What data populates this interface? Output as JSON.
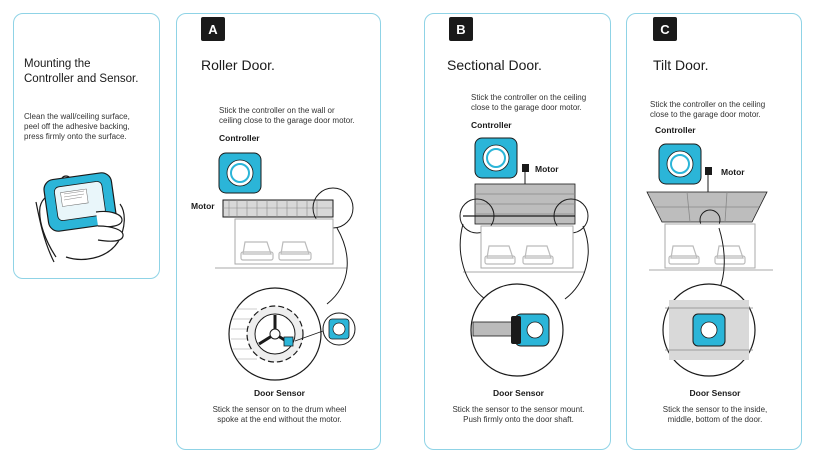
{
  "intro": {
    "title_line1": "Mounting the",
    "title_line2": "Controller and Sensor.",
    "desc_line1": "Clean the wall/ceiling surface,",
    "desc_line2": "peel off the adhesive backing,",
    "desc_line3": "press firmly onto the surface."
  },
  "panels": [
    {
      "badge": "A",
      "title": "Roller Door.",
      "instr_line1": "Stick the controller on the wall or",
      "instr_line2": "ceiling close to the garage door motor.",
      "controller_label": "Controller",
      "motor_label": "Motor",
      "sensor_label": "Door Sensor",
      "sensor_line1": "Stick the sensor on to the drum wheel",
      "sensor_line2": "spoke at the end without the motor."
    },
    {
      "badge": "B",
      "title": "Sectional Door.",
      "instr_line1": "Stick the controller on the ceiling",
      "instr_line2": "close to the garage door motor.",
      "controller_label": "Controller",
      "motor_label": "Motor",
      "sensor_label": "Door Sensor",
      "sensor_line1": "Stick the sensor to the sensor mount.",
      "sensor_line2": "Push firmly onto the door shaft."
    },
    {
      "badge": "C",
      "title": "Tilt Door.",
      "instr_line1": "Stick the controller on the ceiling",
      "instr_line2": "close to the garage door motor.",
      "controller_label": "Controller",
      "motor_label": "Motor",
      "sensor_label": "Door Sensor",
      "sensor_line1": "Stick the sensor to the inside,",
      "sensor_line2": "middle, bottom of the door."
    }
  ],
  "colors": {
    "accent": "#2bb5d8",
    "card_border": "#8fd3e6",
    "line": "#1a1a1a"
  }
}
